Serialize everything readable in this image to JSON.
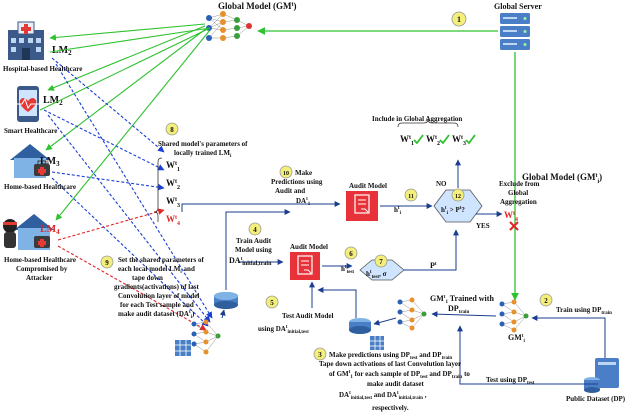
{
  "nodes": {
    "global_model": "Global Model (GM",
    "global_model_sup": "t",
    "global_model_close": ")",
    "global_server": "Global Server",
    "hospital": "Hospital-based Healthcare",
    "smart": "Smart Healthcare",
    "home": "Home-based Healthcare",
    "home_attack_1": "Home-based Healthcare",
    "home_attack_2": "Compromised by",
    "home_attack_3": "Attacker",
    "lm2_a": "LM",
    "lm2_a_sub": "2",
    "lm2_b": "LM",
    "lm2_b_sub": "2",
    "lm3": "LM",
    "lm3_sub": "3",
    "lm4": "LM",
    "lm4_sub": "4",
    "public_dataset": "Public Dataset (DP)",
    "gm_right_label": "Global Model (GM",
    "gm_right_sup": "t",
    "gm_right_sub": "i",
    "gm_small": "GM",
    "gm_small_sup": "t",
    "gm_small_sub": "i"
  },
  "steps": {
    "s1": "1",
    "s2": "2",
    "s3": "3",
    "s4": "4",
    "s5": "5",
    "s6": "6",
    "s7": "7",
    "s8": "8",
    "s9": "9",
    "s10": "10",
    "s11": "11",
    "s12": "12"
  },
  "text": {
    "include_agg": "Include in Global Aggregation",
    "shared_1": "Shared model's parameters of",
    "shared_2": "locally trained LM",
    "shared_2_sub": "i",
    "w1": "W",
    "w2": "W",
    "w3": "W",
    "w4": "W",
    "sup_t": "t",
    "sub_1": "1",
    "sub_2": "2",
    "sub_3": "3",
    "sub_4": "4",
    "make_pred_1": "Make",
    "make_pred_2": "Predictions using",
    "make_pred_3": "Audit and",
    "make_pred_4": "DA",
    "audit_model_top": "Audit Model",
    "audit_model_mid": "Audit Model",
    "h_prime": "h",
    "h_prime_sub": "i",
    "h_prime_sup": "t",
    "cond": "h",
    "cond_2": " > P",
    "cond_sup": "t",
    "cond_sub": "i",
    "cond_p_sup": "t",
    "cond_p_2": "?",
    "no": "NO",
    "yes": "YES",
    "exclude_1": "Exclude from",
    "exclude_2": "Global",
    "exclude_3": "Aggregation",
    "w_excl": "W",
    "train_audit_1": "Train Audit",
    "train_audit_2": "Model using",
    "da_initial_train": "DA",
    "da_initial_train_sub": "initial,train",
    "h_test": "h",
    "h_test_sub": "test",
    "h_test_sup": "t",
    "h_test_sigma": "h",
    "h_test_sigma_sub": "test",
    "h_test_sigma_2": ", σ",
    "p_t": "P",
    "p_t_sup": "t",
    "test_audit_1": "Test Audit Model",
    "test_audit_2": "using DA",
    "test_audit_sub": "initial,test",
    "set_shared_1": "Set the shared parameters of",
    "set_shared_2": "each local model LM",
    "set_shared_2_sub": "i",
    "set_shared_2b": " and",
    "set_shared_3": "tape down",
    "set_shared_4": "gradients(activations) of last",
    "set_shared_5": "Convolution layer of model",
    "set_shared_6": "for each Test sample and",
    "set_shared_7": "make audit dataset (DA",
    "set_shared_7_sup": "t",
    "set_shared_7_sub": "i",
    "set_shared_7b": ")",
    "gm_trained_1": "GM",
    "gm_trained_2": " Trained with",
    "gm_trained_3": "DP",
    "gm_trained_3_sub": "train",
    "train_using": "Train using DP",
    "train_using_sub": "train",
    "test_using": "Test using DP",
    "test_using_sub": "test",
    "p3_1": "Make predictions using DP",
    "p3_1_sub": "test",
    "p3_1b": " and DP",
    "p3_1c_sub": "train",
    "p3_2": "Tape down activations of last Convolution layer",
    "p3_3": "of GM",
    "p3_3b": " for each sample of DP",
    "p3_3c": " and DP",
    "p3_3d": " to",
    "p3_4": "make audit dataset",
    "p3_5": "DA",
    "p3_5_sub": "initial,test",
    "p3_5b": " and DA",
    "p3_5c_sub": "initial,train",
    "p3_5d": " ,",
    "p3_6": "respectively."
  },
  "colors": {
    "green": "#2ec22e",
    "blue": "#1a3fd6",
    "red": "#e02525",
    "audit": "#e8323a",
    "circle": "#f4ee7a",
    "hex": "#cfe4ff",
    "star_orange": "#e8902c",
    "server": "#4a7fc7"
  }
}
